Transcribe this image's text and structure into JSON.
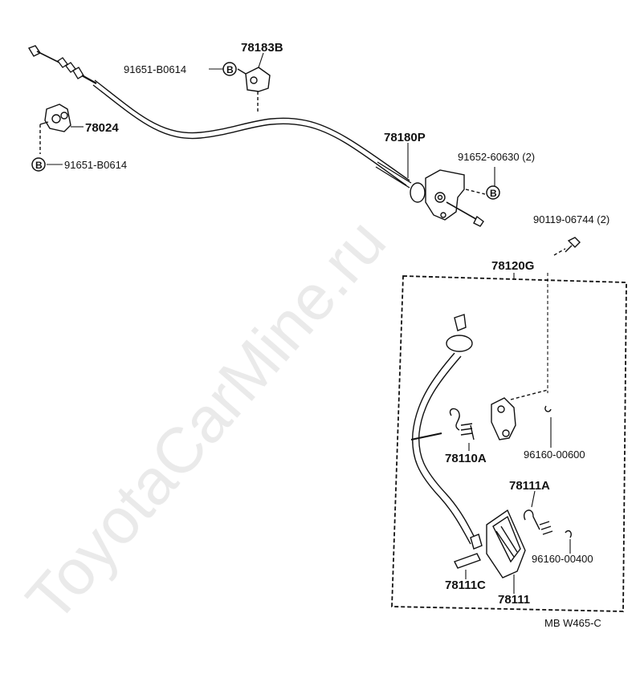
{
  "watermark": "ToyotaCarMine.ru",
  "diagram_code": "MB W465-C",
  "bolt_symbol": "B",
  "labels": {
    "p78183B": "78183B",
    "p91651_top": "91651-B0614",
    "p78024": "78024",
    "p91651_left": "91651-B0614",
    "p78180P": "78180P",
    "p91652": "91652-60630 (2)",
    "p90119": "90119-06744 (2)",
    "p78120G": "78120G",
    "p78110A": "78110A",
    "p96160_600": "96160-00600",
    "p78111A": "78111A",
    "p96160_400": "96160-00400",
    "p78111C": "78111C",
    "p78111": "78111"
  }
}
